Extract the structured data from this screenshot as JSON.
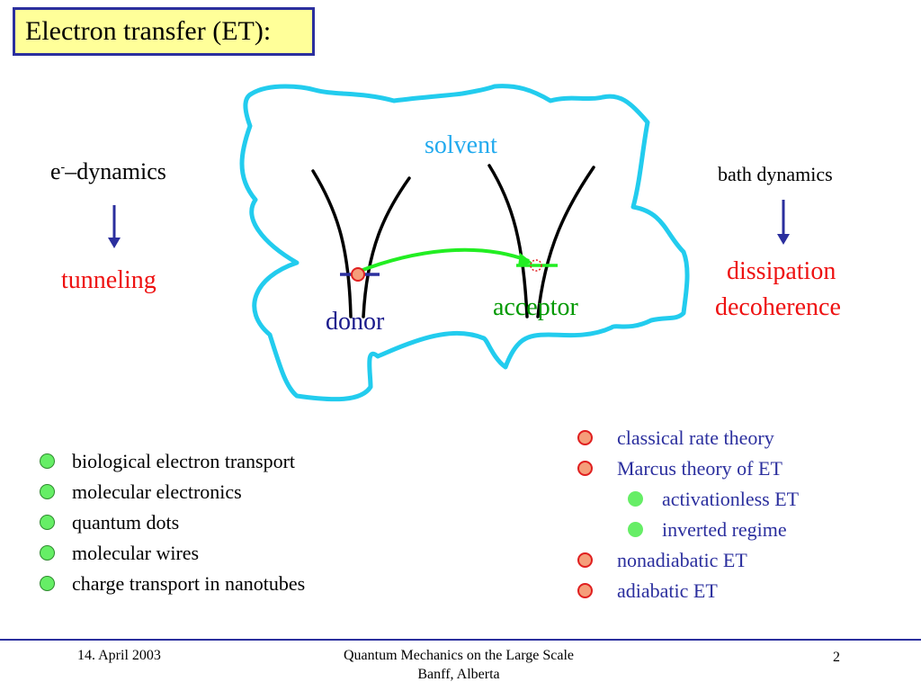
{
  "title": "Electron transfer (ET):",
  "colors": {
    "accent_blue": "#2b2f9e",
    "solvent": "#22ccee",
    "red": "#ee1111",
    "green": "#009900",
    "arrow_green": "#22ee22",
    "title_bg": "#ffff99"
  },
  "left": {
    "e_symbol": "e",
    "superscript": "-",
    "dynamics_text": "–dynamics",
    "result": "tunneling"
  },
  "right": {
    "heading": "bath dynamics",
    "result_line1": "dissipation",
    "result_line2": "decoherence"
  },
  "diagram": {
    "solvent_label": "solvent",
    "donor_label": "donor",
    "acceptor_label": "acceptor"
  },
  "applications": [
    "biological electron transport",
    "molecular electronics",
    "quantum dots",
    "molecular wires",
    "charge transport in nanotubes"
  ],
  "topics": [
    {
      "text": "classical rate theory",
      "bullet": "orange",
      "sub": false
    },
    {
      "text": "Marcus theory of ET",
      "bullet": "orange",
      "sub": false
    },
    {
      "text": "activationless ET",
      "bullet": "green",
      "sub": true
    },
    {
      "text": "inverted regime",
      "bullet": "green",
      "sub": true
    },
    {
      "text": "nonadiabatic ET",
      "bullet": "orange",
      "sub": false
    },
    {
      "text": "adiabatic ET",
      "bullet": "orange",
      "sub": false
    }
  ],
  "footer": {
    "date": "14. April 2003",
    "event_line1": "Quantum Mechanics on the Large Scale",
    "event_line2": "Banff, Alberta",
    "page": "2"
  }
}
